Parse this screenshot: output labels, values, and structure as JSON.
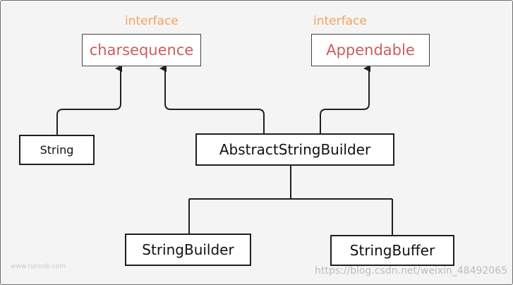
{
  "diagram": {
    "interfaces": {
      "charsequence": {
        "tag": "interface",
        "label": "charsequence"
      },
      "appendable": {
        "tag": "interface",
        "label": "Appendable"
      }
    },
    "classes": {
      "string": "String",
      "abstract_string_builder": "AbstractStringBuilder",
      "string_builder": "StringBuilder",
      "string_buffer": "StringBuffer"
    },
    "edges": [
      {
        "from": "String",
        "to": "charsequence",
        "type": "implements"
      },
      {
        "from": "AbstractStringBuilder",
        "to": "charsequence",
        "type": "implements"
      },
      {
        "from": "AbstractStringBuilder",
        "to": "Appendable",
        "type": "implements"
      },
      {
        "from": "StringBuilder",
        "to": "AbstractStringBuilder",
        "type": "extends"
      },
      {
        "from": "StringBuffer",
        "to": "AbstractStringBuilder",
        "type": "extends"
      }
    ],
    "colors": {
      "interface_text": "#cf5c5c",
      "interface_tag": "#f4a259",
      "line": "#1f1f1f",
      "background": "#f4f4f4"
    }
  },
  "watermarks": {
    "left": "www.runoob.com",
    "right": "https://blog.csdn.net/weixin_48492065"
  }
}
